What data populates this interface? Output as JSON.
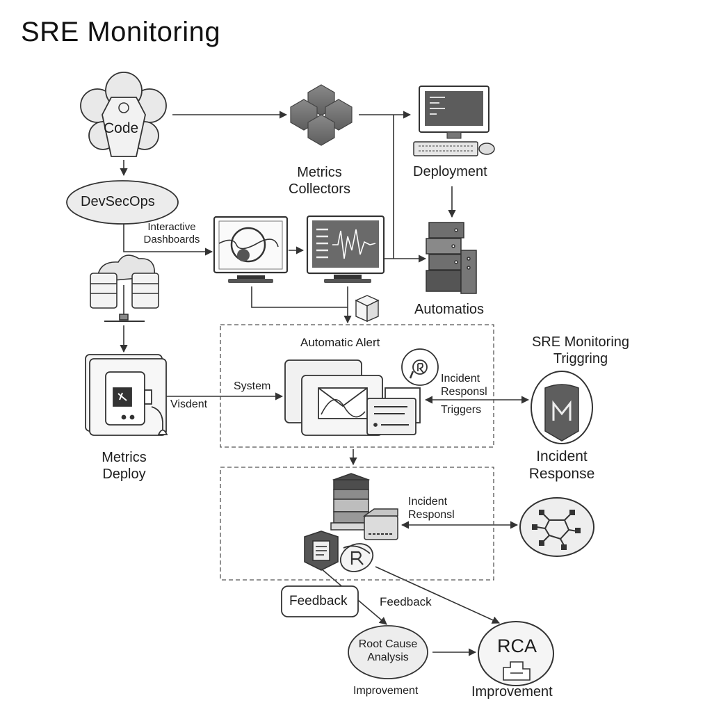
{
  "title": "SRE Monitoring",
  "nodes": {
    "code": "Code",
    "devsecops": "DevSecOps",
    "interactive_dashboards": [
      "Interactive",
      "Dashboards"
    ],
    "metrics_collectors": [
      "Metrics",
      "Collectors"
    ],
    "deployment": "Deployment",
    "automations": "Automatios",
    "automatic_alert": "Automatic Alert",
    "system": "System",
    "visdent": "Visdent",
    "metrics_deploy": [
      "Metrics",
      "Deploy"
    ],
    "incident_response_triggers": [
      "Incident",
      "Responsl",
      "Triggers"
    ],
    "sre_monitoring_triggering": [
      "SRE Monitoring",
      "Triggring"
    ],
    "incident_response": [
      "Incident",
      "Response"
    ],
    "incident_response_small": [
      "Incident",
      "Responsl"
    ],
    "feedback_button": "Feedback",
    "feedback_label": "Feedback",
    "root_cause_analysis": [
      "Root Cause",
      "Analysis"
    ],
    "improvement_left": "Improvement",
    "rca": "RCA",
    "improvement_right": "Improvement"
  }
}
